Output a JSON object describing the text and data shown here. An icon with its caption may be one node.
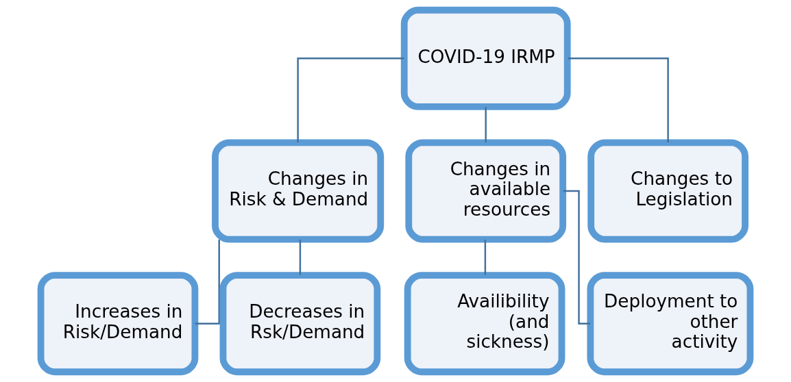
{
  "diagram": {
    "nodes": [
      {
        "text": [
          "COVID-19 IRMP"
        ]
      },
      {
        "text": [
          "Changes in Risk & Demand"
        ]
      },
      {
        "text": [
          "Changes in available resources"
        ]
      },
      {
        "text": [
          "Changes to Legislation"
        ]
      },
      {
        "text": [
          "Increases in Risk/Demand"
        ]
      },
      {
        "text": [
          "Decreases in Rsk/Demand"
        ]
      },
      {
        "text": [
          "Availibility (and sickness)"
        ]
      },
      {
        "text": [
          "Deployment to other activity"
        ]
      }
    ],
    "edges": [
      {
        "from": 0,
        "to": 1,
        "arrow": "none"
      },
      {
        "from": 0,
        "to": 2,
        "arrow": "none"
      },
      {
        "from": 0,
        "to": 3,
        "arrow": "none"
      },
      {
        "from": 1,
        "to": 4,
        "arrow": "none"
      },
      {
        "from": 1,
        "to": 5,
        "arrow": "none"
      },
      {
        "from": 2,
        "to": 6,
        "arrow": "none"
      },
      {
        "from": 2,
        "to": 7,
        "arrow": "none"
      }
    ]
  }
}
